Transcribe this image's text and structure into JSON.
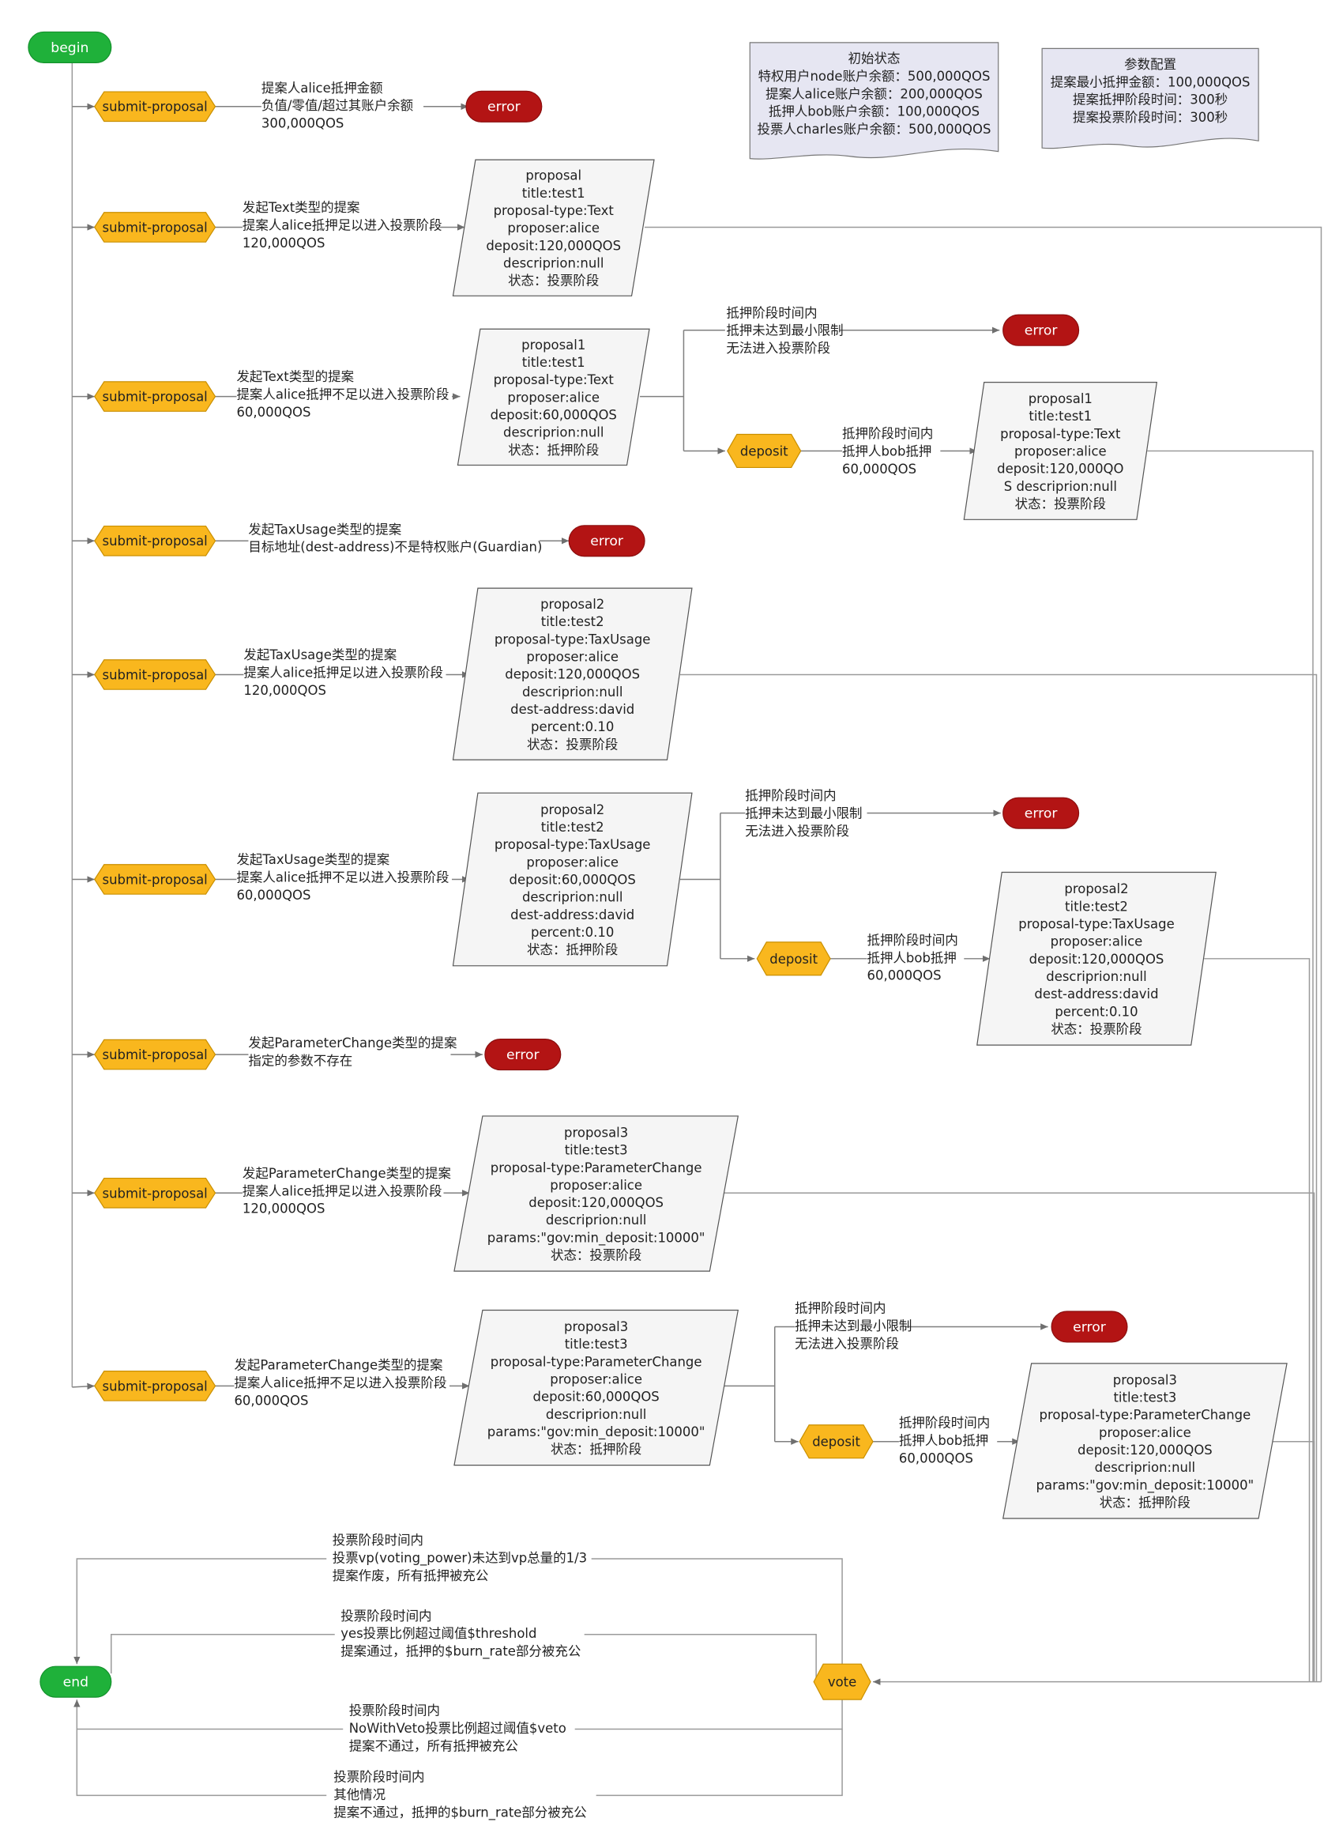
{
  "begin": "begin",
  "end": "end",
  "vote": "vote",
  "submit": "submit-proposal",
  "deposit": "deposit",
  "error": "error",
  "initial_state": {
    "title": "初始状态",
    "lines": [
      "特权用户node账户余额：500,000QOS",
      "提案人alice账户余额：200,000QOS",
      "抵押人bob账户余额：100,000QOS",
      "投票人charles账户余额：500,000QOS"
    ]
  },
  "params": {
    "title": "参数配置",
    "lines": [
      "提案最小抵押金额：100,000QOS",
      "提案抵押阶段时间：300秒",
      "提案投票阶段时间：300秒"
    ]
  },
  "rows": [
    {
      "label": [
        "提案人alice抵押金额",
        "负值/零值/超过其账户余额",
        "300,000QOS"
      ]
    },
    {
      "label": [
        "发起Text类型的提案",
        "提案人alice抵押足以进入投票阶段",
        "120,000QOS"
      ],
      "proposal": [
        "proposal",
        "title:test1",
        "proposal-type:Text",
        "proposer:alice",
        "deposit:120,000QOS",
        "descriprion:null",
        "状态：投票阶段"
      ]
    },
    {
      "label": [
        "发起Text类型的提案",
        "提案人alice抵押不足以进入投票阶段",
        "60,000QOS"
      ],
      "proposal": [
        "proposal1",
        "title:test1",
        "proposal-type:Text",
        "proposer:alice",
        "deposit:60,000QOS",
        "descriprion:null",
        "状态：抵押阶段"
      ],
      "fail_label": [
        "抵押阶段时间内",
        "抵押未达到最小限制",
        "无法进入投票阶段"
      ],
      "deposit_label": [
        "抵押阶段时间内",
        "抵押人bob抵押",
        "60,000QOS"
      ],
      "result": [
        "proposal1",
        "title:test1",
        "proposal-type:Text",
        "proposer:alice",
        "deposit:120,000QO",
        "S descriprion:null",
        "状态：投票阶段"
      ]
    },
    {
      "label": [
        "发起TaxUsage类型的提案",
        "目标地址(dest-address)不是特权账户(Guardian)"
      ]
    },
    {
      "label": [
        "发起TaxUsage类型的提案",
        "提案人alice抵押足以进入投票阶段",
        "120,000QOS"
      ],
      "proposal": [
        "proposal2",
        "title:test2",
        "proposal-type:TaxUsage",
        "proposer:alice",
        "deposit:120,000QOS",
        "descriprion:null",
        "dest-address:david",
        "percent:0.10",
        "状态：投票阶段"
      ]
    },
    {
      "label": [
        "发起TaxUsage类型的提案",
        "提案人alice抵押不足以进入投票阶段",
        "60,000QOS"
      ],
      "proposal": [
        "proposal2",
        "title:test2",
        "proposal-type:TaxUsage",
        "proposer:alice",
        "deposit:60,000QOS",
        "descriprion:null",
        "dest-address:david",
        "percent:0.10",
        "状态：抵押阶段"
      ],
      "fail_label": [
        "抵押阶段时间内",
        "抵押未达到最小限制",
        "无法进入投票阶段"
      ],
      "deposit_label": [
        "抵押阶段时间内",
        "抵押人bob抵押",
        "60,000QOS"
      ],
      "result": [
        "proposal2",
        "title:test2",
        "proposal-type:TaxUsage",
        "proposer:alice",
        "deposit:120,000QOS",
        "descriprion:null",
        "dest-address:david",
        "percent:0.10",
        "状态：投票阶段"
      ]
    },
    {
      "label": [
        "发起ParameterChange类型的提案",
        "指定的参数不存在"
      ]
    },
    {
      "label": [
        "发起ParameterChange类型的提案",
        "提案人alice抵押足以进入投票阶段",
        "120,000QOS"
      ],
      "proposal": [
        "proposal3",
        "title:test3",
        "proposal-type:ParameterChange",
        "proposer:alice",
        "deposit:120,000QOS",
        "descriprion:null",
        "params:\"gov:min_deposit:10000\"",
        "状态：投票阶段"
      ]
    },
    {
      "label": [
        "发起ParameterChange类型的提案",
        "提案人alice抵押不足以进入投票阶段",
        "60,000QOS"
      ],
      "proposal": [
        "proposal3",
        "title:test3",
        "proposal-type:ParameterChange",
        "proposer:alice",
        "deposit:60,000QOS",
        "descriprion:null",
        "params:\"gov:min_deposit:10000\"",
        "状态：抵押阶段"
      ],
      "fail_label": [
        "抵押阶段时间内",
        "抵押未达到最小限制",
        "无法进入投票阶段"
      ],
      "deposit_label": [
        "抵押阶段时间内",
        "抵押人bob抵押",
        "60,000QOS"
      ],
      "result": [
        "proposal3",
        "title:test3",
        "proposal-type:ParameterChange",
        "proposer:alice",
        "deposit:120,000QOS",
        "descriprion:null",
        "params:\"gov:min_deposit:10000\"",
        "状态：抵押阶段"
      ]
    }
  ],
  "vote_outcomes": [
    [
      "投票阶段时间内",
      "投票vp(voting_power)未达到vp总量的1/3",
      "提案作废，所有抵押被充公"
    ],
    [
      "投票阶段时间内",
      "yes投票比例超过阈值$threshold",
      "提案通过，抵押的$burn_rate部分被充公"
    ],
    [
      "投票阶段时间内",
      "NoWithVeto投票比例超过阈值$veto",
      "提案不通过，所有抵押被充公"
    ],
    [
      "投票阶段时间内",
      "其他情况",
      "提案不通过，抵押的$burn_rate部分被充公"
    ]
  ],
  "colors": {
    "hex": "#f9b71e",
    "error": "#b31414",
    "terminal": "#1fb13a",
    "doc": "#e6e6f2",
    "edge": "#7f7f7f"
  }
}
